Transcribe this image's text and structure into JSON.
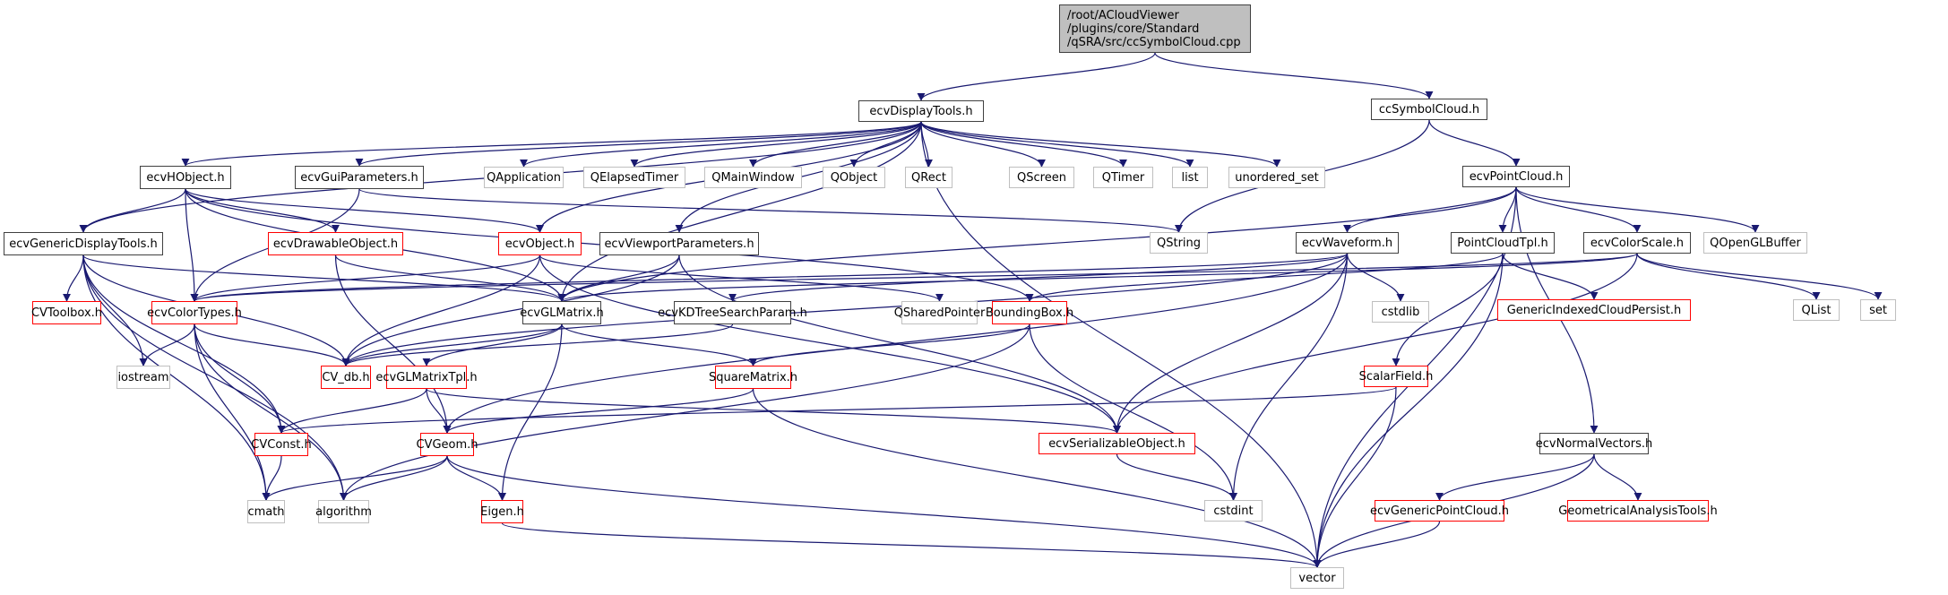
{
  "diagram": {
    "title": "Include dependency graph for ccSymbolCloud.cpp",
    "edge_color": "#191970",
    "legend_colors": {
      "root_fill": "#bfbfbf",
      "documented_border": "#404040",
      "undocumented_border": "#ff0000",
      "external_border": "#bfbfbf"
    },
    "nodes": [
      {
        "id": "root",
        "label": "/root/ACloudViewer\n/plugins/core/Standard\n/qSRA/src/ccSymbolCloud.cpp",
        "kind": "root"
      },
      {
        "id": "ecvDisplayTools",
        "label": "ecvDisplayTools.h",
        "kind": "documented"
      },
      {
        "id": "ccSymbolCloud",
        "label": "ccSymbolCloud.h",
        "kind": "documented"
      },
      {
        "id": "ecvHObject",
        "label": "ecvHObject.h",
        "kind": "documented"
      },
      {
        "id": "ecvGuiParameters",
        "label": "ecvGuiParameters.h",
        "kind": "documented"
      },
      {
        "id": "QApplication",
        "label": "QApplication",
        "kind": "external"
      },
      {
        "id": "QElapsedTimer",
        "label": "QElapsedTimer",
        "kind": "external"
      },
      {
        "id": "QMainWindow",
        "label": "QMainWindow",
        "kind": "external"
      },
      {
        "id": "QObject",
        "label": "QObject",
        "kind": "external"
      },
      {
        "id": "QRect",
        "label": "QRect",
        "kind": "external"
      },
      {
        "id": "QScreen",
        "label": "QScreen",
        "kind": "external"
      },
      {
        "id": "QTimer",
        "label": "QTimer",
        "kind": "external"
      },
      {
        "id": "list",
        "label": "list",
        "kind": "external"
      },
      {
        "id": "unordered_set",
        "label": "unordered_set",
        "kind": "external"
      },
      {
        "id": "ecvPointCloud",
        "label": "ecvPointCloud.h",
        "kind": "documented"
      },
      {
        "id": "ecvGenericDisplayTools",
        "label": "ecvGenericDisplayTools.h",
        "kind": "documented"
      },
      {
        "id": "ecvDrawableObject",
        "label": "ecvDrawableObject.h",
        "kind": "undocumented"
      },
      {
        "id": "ecvObject",
        "label": "ecvObject.h",
        "kind": "undocumented"
      },
      {
        "id": "ecvViewportParameters",
        "label": "ecvViewportParameters.h",
        "kind": "documented"
      },
      {
        "id": "QString",
        "label": "QString",
        "kind": "external"
      },
      {
        "id": "ecvWaveform",
        "label": "ecvWaveform.h",
        "kind": "documented"
      },
      {
        "id": "PointCloudTpl",
        "label": "PointCloudTpl.h",
        "kind": "documented"
      },
      {
        "id": "ecvColorScale",
        "label": "ecvColorScale.h",
        "kind": "documented"
      },
      {
        "id": "QOpenGLBuffer",
        "label": "QOpenGLBuffer",
        "kind": "external"
      },
      {
        "id": "CVToolbox",
        "label": "CVToolbox.h",
        "kind": "undocumented"
      },
      {
        "id": "ecvColorTypes",
        "label": "ecvColorTypes.h",
        "kind": "undocumented"
      },
      {
        "id": "ecvGLMatrix",
        "label": "ecvGLMatrix.h",
        "kind": "documented"
      },
      {
        "id": "ecvKDTreeSearchParam",
        "label": "ecvKDTreeSearchParam.h",
        "kind": "documented"
      },
      {
        "id": "QSharedPointer",
        "label": "QSharedPointer",
        "kind": "external"
      },
      {
        "id": "BoundingBox",
        "label": "BoundingBox.h",
        "kind": "undocumented"
      },
      {
        "id": "cstdlib",
        "label": "cstdlib",
        "kind": "external"
      },
      {
        "id": "GenericIndexedCloudPersist",
        "label": "GenericIndexedCloudPersist.h",
        "kind": "undocumented"
      },
      {
        "id": "QList",
        "label": "QList",
        "kind": "external"
      },
      {
        "id": "set",
        "label": "set",
        "kind": "external"
      },
      {
        "id": "iostream",
        "label": "iostream",
        "kind": "external"
      },
      {
        "id": "CV_db",
        "label": "CV_db.h",
        "kind": "undocumented"
      },
      {
        "id": "ecvGLMatrixTpl",
        "label": "ecvGLMatrixTpl.h",
        "kind": "undocumented"
      },
      {
        "id": "SquareMatrix",
        "label": "SquareMatrix.h",
        "kind": "undocumented"
      },
      {
        "id": "ScalarField",
        "label": "ScalarField.h",
        "kind": "undocumented"
      },
      {
        "id": "CVConst",
        "label": "CVConst.h",
        "kind": "undocumented"
      },
      {
        "id": "CVGeom",
        "label": "CVGeom.h",
        "kind": "undocumented"
      },
      {
        "id": "ecvSerializableObject",
        "label": "ecvSerializableObject.h",
        "kind": "undocumented"
      },
      {
        "id": "ecvNormalVectors",
        "label": "ecvNormalVectors.h",
        "kind": "documented"
      },
      {
        "id": "cmath",
        "label": "cmath",
        "kind": "external"
      },
      {
        "id": "algorithm",
        "label": "algorithm",
        "kind": "external"
      },
      {
        "id": "Eigen",
        "label": "Eigen.h",
        "kind": "undocumented"
      },
      {
        "id": "cstdint",
        "label": "cstdint",
        "kind": "external"
      },
      {
        "id": "ecvGenericPointCloud",
        "label": "ecvGenericPointCloud.h",
        "kind": "undocumented"
      },
      {
        "id": "GeometricalAnalysisTools",
        "label": "GeometricalAnalysisTools.h",
        "kind": "undocumented"
      },
      {
        "id": "vector",
        "label": "vector",
        "kind": "external"
      }
    ],
    "edges": [
      [
        "root",
        "ecvDisplayTools"
      ],
      [
        "root",
        "ccSymbolCloud"
      ],
      [
        "ecvDisplayTools",
        "ecvHObject"
      ],
      [
        "ecvDisplayTools",
        "ecvGuiParameters"
      ],
      [
        "ecvDisplayTools",
        "QApplication"
      ],
      [
        "ecvDisplayTools",
        "QElapsedTimer"
      ],
      [
        "ecvDisplayTools",
        "QMainWindow"
      ],
      [
        "ecvDisplayTools",
        "QObject"
      ],
      [
        "ecvDisplayTools",
        "QRect"
      ],
      [
        "ecvDisplayTools",
        "QScreen"
      ],
      [
        "ecvDisplayTools",
        "QTimer"
      ],
      [
        "ecvDisplayTools",
        "list"
      ],
      [
        "ecvDisplayTools",
        "unordered_set"
      ],
      [
        "ecvDisplayTools",
        "ecvGenericDisplayTools"
      ],
      [
        "ecvDisplayTools",
        "ecvObject"
      ],
      [
        "ecvDisplayTools",
        "ecvViewportParameters"
      ],
      [
        "ecvDisplayTools",
        "ecvGLMatrix"
      ],
      [
        "ecvDisplayTools",
        "vector"
      ],
      [
        "ccSymbolCloud",
        "ecvPointCloud"
      ],
      [
        "ccSymbolCloud",
        "QString"
      ],
      [
        "ecvHObject",
        "ecvGenericDisplayTools"
      ],
      [
        "ecvHObject",
        "ecvDrawableObject"
      ],
      [
        "ecvHObject",
        "ecvObject"
      ],
      [
        "ecvHObject",
        "ecvColorTypes"
      ],
      [
        "ecvHObject",
        "ecvGLMatrix"
      ],
      [
        "ecvHObject",
        "BoundingBox"
      ],
      [
        "ecvGuiParameters",
        "ecvColorTypes"
      ],
      [
        "ecvGuiParameters",
        "QString"
      ],
      [
        "ecvPointCloud",
        "ecvWaveform"
      ],
      [
        "ecvPointCloud",
        "PointCloudTpl"
      ],
      [
        "ecvPointCloud",
        "ecvColorScale"
      ],
      [
        "ecvPointCloud",
        "QOpenGLBuffer"
      ],
      [
        "ecvPointCloud",
        "ecvNormalVectors"
      ],
      [
        "ecvPointCloud",
        "ecvGLMatrix"
      ],
      [
        "ecvPointCloud",
        "vector"
      ],
      [
        "ecvGenericDisplayTools",
        "CVToolbox"
      ],
      [
        "ecvGenericDisplayTools",
        "iostream"
      ],
      [
        "ecvGenericDisplayTools",
        "ecvGLMatrix"
      ],
      [
        "ecvGenericDisplayTools",
        "CV_db"
      ],
      [
        "ecvGenericDisplayTools",
        "CVConst"
      ],
      [
        "ecvGenericDisplayTools",
        "cmath"
      ],
      [
        "ecvGenericDisplayTools",
        "algorithm"
      ],
      [
        "ecvDrawableObject",
        "ecvGLMatrix"
      ],
      [
        "ecvDrawableObject",
        "CVGeom"
      ],
      [
        "ecvObject",
        "ecvColorTypes"
      ],
      [
        "ecvObject",
        "CV_db"
      ],
      [
        "ecvObject",
        "QSharedPointer"
      ],
      [
        "ecvObject",
        "ecvSerializableObject"
      ],
      [
        "ecvViewportParameters",
        "ecvGLMatrix"
      ],
      [
        "ecvViewportParameters",
        "CV_db"
      ],
      [
        "ecvViewportParameters",
        "ecvSerializableObject"
      ],
      [
        "ecvWaveform",
        "ecvColorTypes"
      ],
      [
        "ecvWaveform",
        "ecvKDTreeSearchParam"
      ],
      [
        "ecvWaveform",
        "cstdlib"
      ],
      [
        "ecvWaveform",
        "CV_db"
      ],
      [
        "ecvWaveform",
        "ecvSerializableObject"
      ],
      [
        "ecvWaveform",
        "cstdint"
      ],
      [
        "ecvWaveform",
        "CVGeom"
      ],
      [
        "PointCloudTpl",
        "BoundingBox"
      ],
      [
        "PointCloudTpl",
        "GenericIndexedCloudPersist"
      ],
      [
        "PointCloudTpl",
        "ScalarField"
      ],
      [
        "PointCloudTpl",
        "vector"
      ],
      [
        "ecvColorScale",
        "ecvColorTypes"
      ],
      [
        "ecvColorScale",
        "QList"
      ],
      [
        "ecvColorScale",
        "set"
      ],
      [
        "ecvColorScale",
        "ecvSerializableObject"
      ],
      [
        "ecvColorScale",
        "ecvGLMatrix"
      ],
      [
        "ecvColorTypes",
        "iostream"
      ],
      [
        "ecvColorTypes",
        "CV_db"
      ],
      [
        "ecvColorTypes",
        "CVConst"
      ],
      [
        "ecvColorTypes",
        "cmath"
      ],
      [
        "ecvColorTypes",
        "algorithm"
      ],
      [
        "ecvGLMatrix",
        "CV_db"
      ],
      [
        "ecvGLMatrix",
        "ecvGLMatrixTpl"
      ],
      [
        "ecvGLMatrix",
        "SquareMatrix"
      ],
      [
        "ecvGLMatrix",
        "Eigen"
      ],
      [
        "ecvKDTreeSearchParam",
        "CV_db"
      ],
      [
        "BoundingBox",
        "SquareMatrix"
      ],
      [
        "BoundingBox",
        "algorithm"
      ],
      [
        "BoundingBox",
        "cstdint"
      ],
      [
        "ecvGLMatrixTpl",
        "CVConst"
      ],
      [
        "ecvGLMatrixTpl",
        "CVGeom"
      ],
      [
        "ecvGLMatrixTpl",
        "ecvSerializableObject"
      ],
      [
        "SquareMatrix",
        "CVGeom"
      ],
      [
        "SquareMatrix",
        "vector"
      ],
      [
        "ScalarField",
        "CVConst"
      ],
      [
        "ScalarField",
        "vector"
      ],
      [
        "CVConst",
        "cmath"
      ],
      [
        "CVGeom",
        "cmath"
      ],
      [
        "CVGeom",
        "algorithm"
      ],
      [
        "CVGeom",
        "Eigen"
      ],
      [
        "CVGeom",
        "vector"
      ],
      [
        "ecvSerializableObject",
        "cstdint"
      ],
      [
        "ecvNormalVectors",
        "ecvGenericPointCloud"
      ],
      [
        "ecvNormalVectors",
        "GeometricalAnalysisTools"
      ],
      [
        "ecvNormalVectors",
        "vector"
      ],
      [
        "ecvGenericPointCloud",
        "vector"
      ],
      [
        "Eigen",
        "vector"
      ]
    ]
  }
}
